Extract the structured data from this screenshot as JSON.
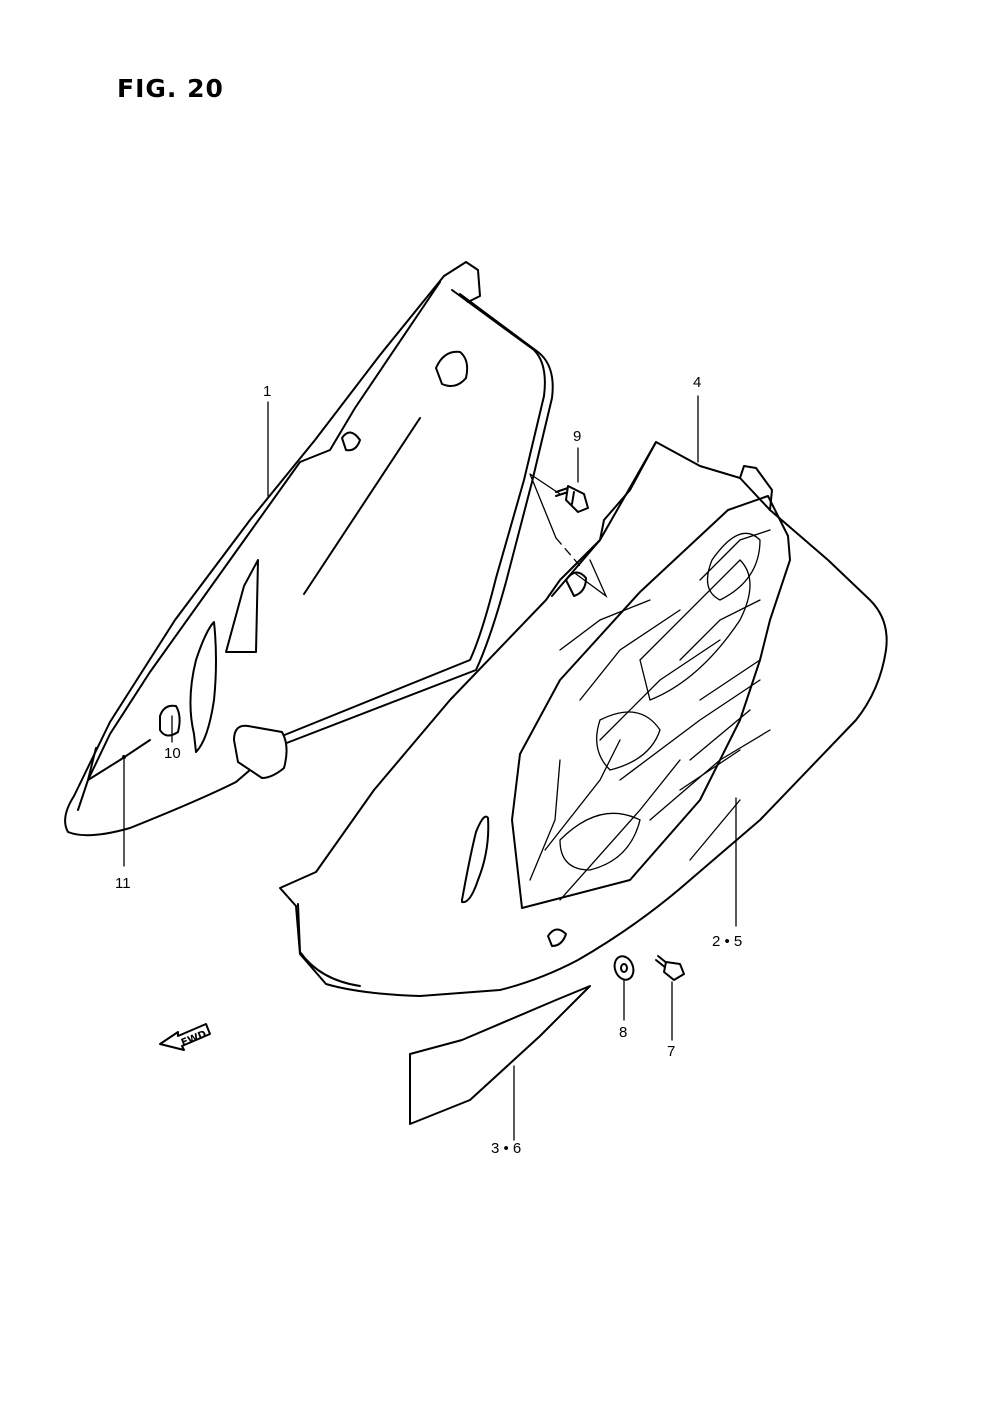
{
  "figure": {
    "title": "FIG. 20",
    "fwd_label": "FWD"
  },
  "callouts": [
    {
      "id": "1",
      "text": "1"
    },
    {
      "id": "4",
      "text": "4"
    },
    {
      "id": "9",
      "text": "9"
    },
    {
      "id": "10",
      "text": "10"
    },
    {
      "id": "11",
      "text": "11"
    },
    {
      "id": "2-5",
      "text": "2 • 5"
    },
    {
      "id": "8",
      "text": "8"
    },
    {
      "id": "7",
      "text": "7"
    },
    {
      "id": "3-6",
      "text": "3 • 6"
    }
  ]
}
